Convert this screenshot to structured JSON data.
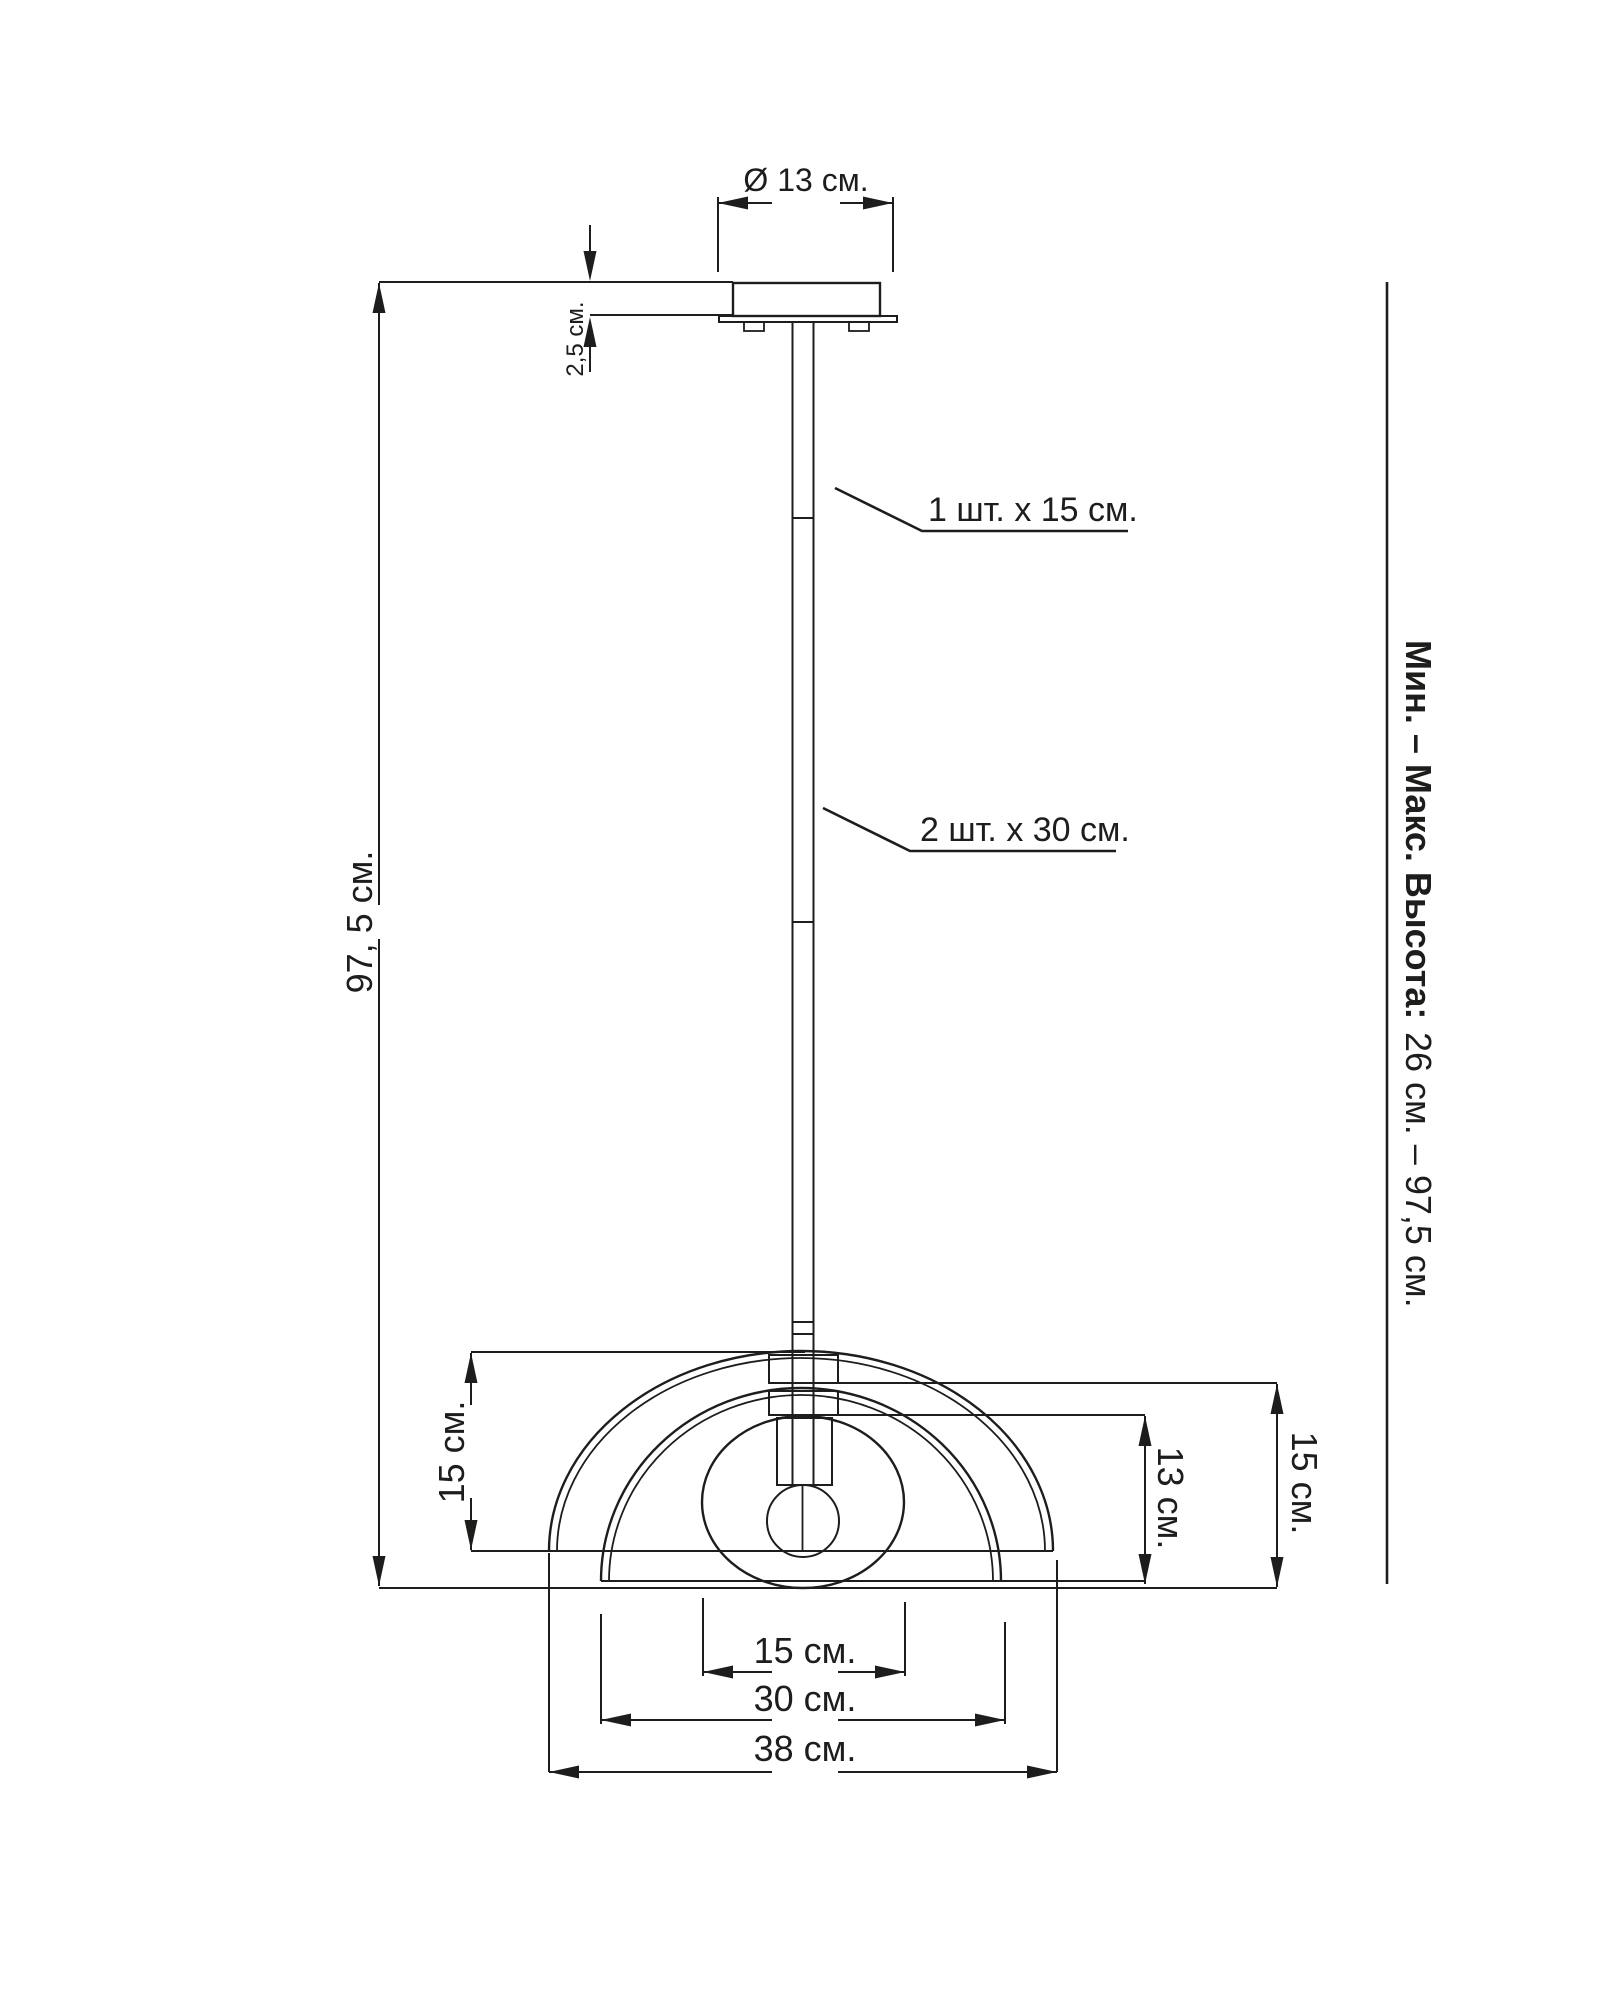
{
  "labels": {
    "canopy_diameter": "Ø 13 см.",
    "canopy_height": "2,5 см.",
    "overall_height": "97, 5 см.",
    "rod_single": "1 шт. x 15 см.",
    "rod_double": "2 шт. x 30 см.",
    "shade_height": "15 см.",
    "inner_height": "15 см.",
    "glass_height": "13 см.",
    "glass_width": "15 см.",
    "inner_diameter": "30 см.",
    "outer_diameter": "38 см.",
    "range_label": "Мин. – Макс. Высота:",
    "range_value": "26 см. – 97,5 см."
  },
  "colors": {
    "line": "#1d1d1b",
    "background": "#ffffff"
  }
}
